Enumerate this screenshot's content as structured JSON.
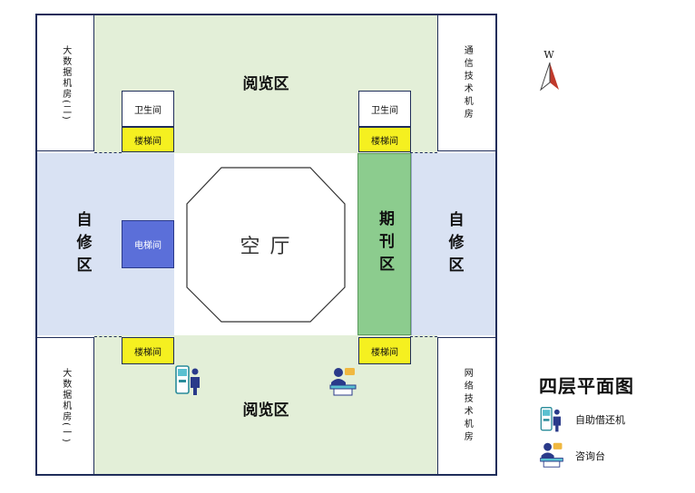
{
  "floorplan": {
    "reading_top": "阅览区",
    "reading_bottom": "阅览区",
    "bigdata_room_2": "大数据机房(二)",
    "bigdata_room_1": "大数据机房(一)",
    "comm_room": "通信技术机房",
    "network_room": "网络技术机房",
    "restroom_left": "卫生间",
    "restroom_right": "卫生间",
    "stairs": "楼梯间",
    "elevator": "电梯间",
    "study_left": "自修区",
    "study_right": "自修区",
    "atrium": "空 厅",
    "periodicals": "期刊区"
  },
  "compass": {
    "label": "W",
    "icon": "compass-arrow-icon"
  },
  "legend": {
    "title": "四层平面图",
    "items": [
      {
        "icon": "self-service-kiosk-icon",
        "label": "自助借还机"
      },
      {
        "icon": "info-desk-icon",
        "label": "咨询台"
      }
    ]
  },
  "colors": {
    "reading": "#e3efd8",
    "study": "#d9e2f3",
    "stairs": "#f5f020",
    "elevator": "#5b6fd9",
    "periodicals": "#8ccc8e",
    "border": "#1f2d5a"
  }
}
